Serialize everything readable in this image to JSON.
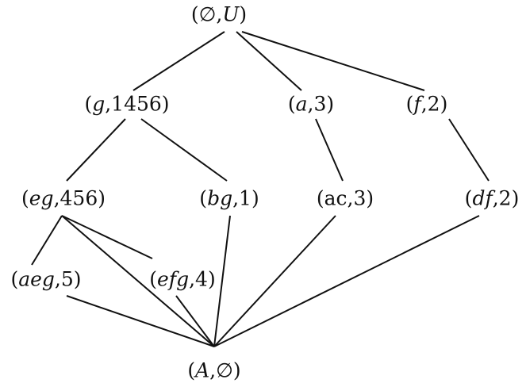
{
  "nodes": {
    "top": {
      "name": "∅",
      "value": "U"
    },
    "g": {
      "name": "g",
      "value": "1456"
    },
    "a": {
      "name": "a",
      "value": "3"
    },
    "f": {
      "name": "f",
      "value": "2"
    },
    "eg": {
      "name": "eg",
      "value": "456"
    },
    "bg": {
      "name": "bg",
      "value": "1"
    },
    "ac": {
      "name": "ac",
      "value": "3"
    },
    "df": {
      "name": "df",
      "value": "2"
    },
    "aeg": {
      "name": "aeg",
      "value": "5"
    },
    "efg": {
      "name": "efg",
      "value": "4"
    },
    "bottom": {
      "name": "A",
      "value": "∅"
    }
  },
  "edges": [
    [
      "top",
      "g"
    ],
    [
      "top",
      "a"
    ],
    [
      "top",
      "f"
    ],
    [
      "g",
      "eg"
    ],
    [
      "g",
      "bg"
    ],
    [
      "a",
      "ac"
    ],
    [
      "f",
      "df"
    ],
    [
      "eg",
      "aeg"
    ],
    [
      "eg",
      "efg"
    ],
    [
      "eg",
      "bottom"
    ],
    [
      "bg",
      "bottom"
    ],
    [
      "ac",
      "bottom"
    ],
    [
      "df",
      "bottom"
    ],
    [
      "aeg",
      "bottom"
    ],
    [
      "efg",
      "bottom"
    ]
  ]
}
